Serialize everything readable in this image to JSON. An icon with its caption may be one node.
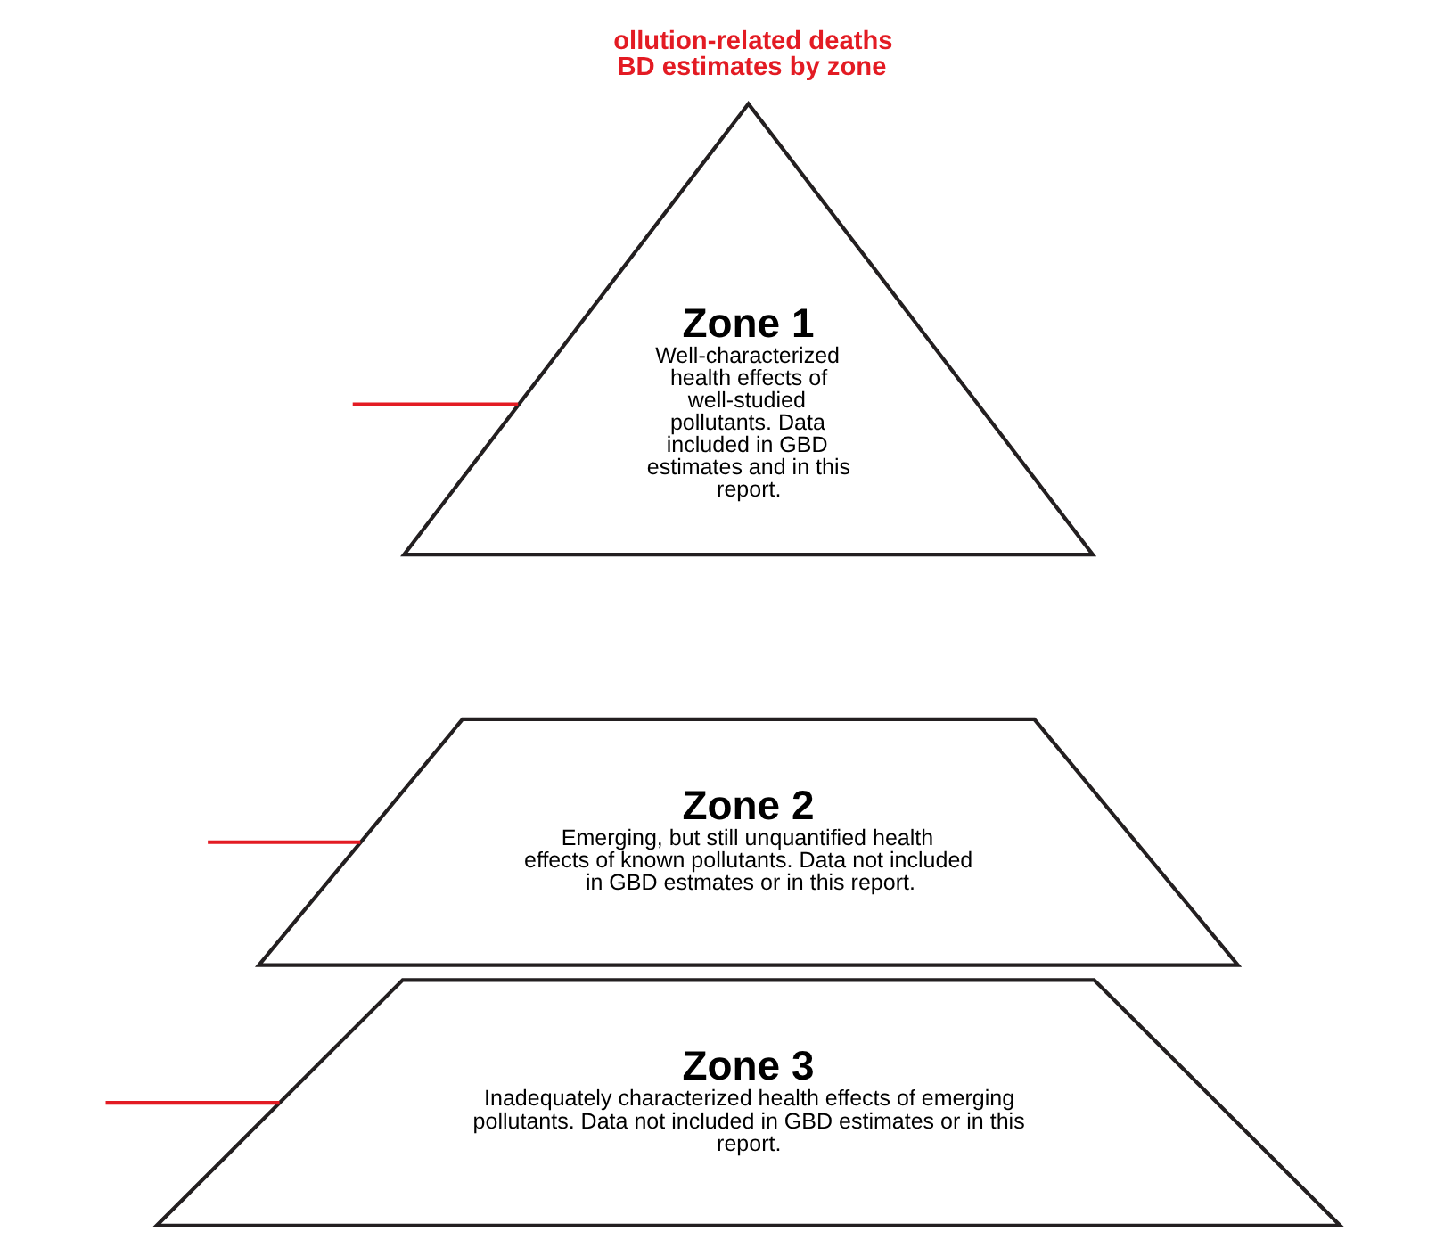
{
  "diagram": {
    "nodes": [
      {
        "text": [
          "Zone 1",
          "Well-characterized health effects of well-studied pollutants. Data included in GBD estimates and in this report."
        ]
      },
      {
        "text": [
          "Zone 2",
          "Emerging, but still unquantified health effects of known pollutants. Data not included in GBD estmates or in this report."
        ]
      },
      {
        "text": [
          "Zone 3",
          "Inadequately characterized health effects of emerging pollutants. Data not included in GBD estimates or in this report."
        ]
      }
    ],
    "edges": [
      {
        "from": null,
        "to": 0,
        "arrow": "none",
        "color": "#e31b23"
      },
      {
        "from": null,
        "to": 1,
        "arrow": "none",
        "color": "#e31b23"
      },
      {
        "from": null,
        "to": 2,
        "arrow": "none",
        "color": "#e31b23"
      }
    ],
    "labels": [
      "ollution-related deaths BD estimates by zone"
    ]
  }
}
